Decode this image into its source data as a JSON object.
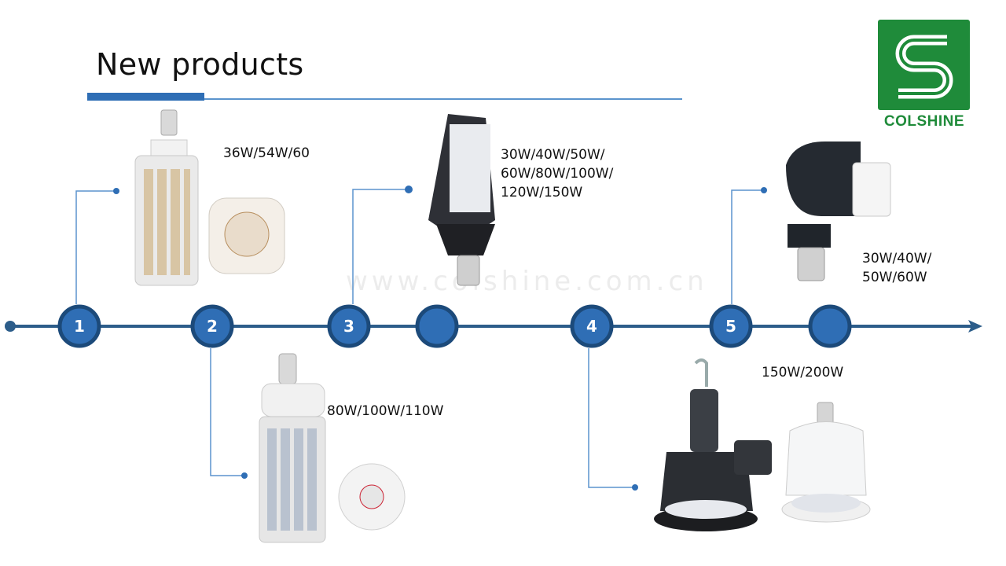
{
  "title": "New products",
  "logo": {
    "text": "COLSHINE",
    "color": "#1f8b3a"
  },
  "watermark": "www.colshine.com.cn",
  "colors": {
    "timeline": "#2c5d8a",
    "node_fill": "#2f6eb5",
    "node_ring": "#1c4a7a",
    "connector": "#5b94cd"
  },
  "timeline": {
    "nodes": [
      {
        "label": "1"
      },
      {
        "label": "2"
      },
      {
        "label": "3"
      },
      {
        "label": ""
      },
      {
        "label": "4"
      },
      {
        "label": "5"
      },
      {
        "label": ""
      }
    ]
  },
  "products": [
    {
      "node": "1",
      "image": "corn-bulb-small",
      "wattage": [
        "36W/54W/60"
      ]
    },
    {
      "node": "2",
      "image": "corn-bulb-large",
      "wattage": [
        "80W/100W/110W"
      ]
    },
    {
      "node": "3",
      "image": "retrofit-paddle-lamp",
      "wattage": [
        "30W/40W/50W/",
        "60W/80W/100W/",
        "120W/150W"
      ]
    },
    {
      "node": "4",
      "image": "highbay-lamps",
      "wattage": [
        "150W/200W"
      ]
    },
    {
      "node": "5",
      "image": "angle-adapter-bulb",
      "wattage": [
        "30W/40W/",
        "50W/60W"
      ]
    }
  ]
}
